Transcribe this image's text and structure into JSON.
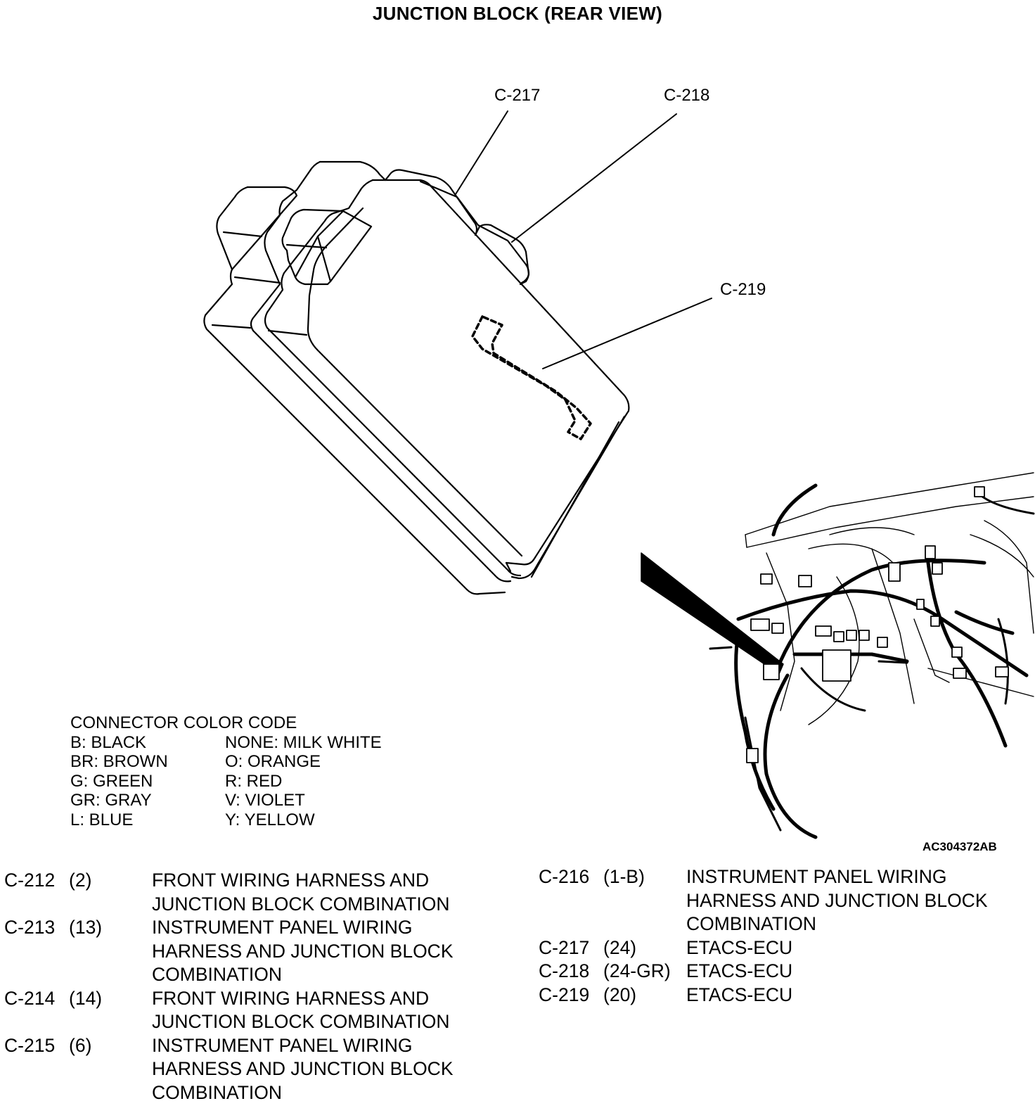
{
  "title": "JUNCTION BLOCK (REAR VIEW)",
  "callouts": {
    "c217": "C-217",
    "c218": "C-218",
    "c219": "C-219"
  },
  "figure_code": "AC304372AB",
  "color_code": {
    "heading": "CONNECTOR COLOR CODE",
    "left": [
      "B: BLACK",
      "BR: BROWN",
      "G: GREEN",
      "GR: GRAY",
      "L: BLUE"
    ],
    "right": [
      "NONE: MILK WHITE",
      "O: ORANGE",
      "R: RED",
      "V: VIOLET",
      "Y: YELLOW"
    ]
  },
  "connectors_left": [
    {
      "id": "C-212",
      "pins": "(2)",
      "desc": "FRONT WIRING HARNESS AND JUNCTION BLOCK COMBINATION"
    },
    {
      "id": "C-213",
      "pins": "(13)",
      "desc": "INSTRUMENT PANEL WIRING HARNESS AND JUNCTION BLOCK COMBINATION"
    },
    {
      "id": "C-214",
      "pins": "(14)",
      "desc": "FRONT WIRING HARNESS AND JUNCTION BLOCK COMBINATION"
    },
    {
      "id": "C-215",
      "pins": "(6)",
      "desc": "INSTRUMENT PANEL WIRING HARNESS AND JUNCTION BLOCK COMBINATION"
    }
  ],
  "connectors_right": [
    {
      "id": "C-216",
      "pins": "(1-B)",
      "desc": "INSTRUMENT PANEL WIRING HARNESS AND JUNCTION BLOCK COMBINATION"
    },
    {
      "id": "C-217",
      "pins": "(24)",
      "desc": "ETACS-ECU"
    },
    {
      "id": "C-218",
      "pins": "(24-GR)",
      "desc": "ETACS-ECU"
    },
    {
      "id": "C-219",
      "pins": "(20)",
      "desc": "ETACS-ECU"
    }
  ]
}
